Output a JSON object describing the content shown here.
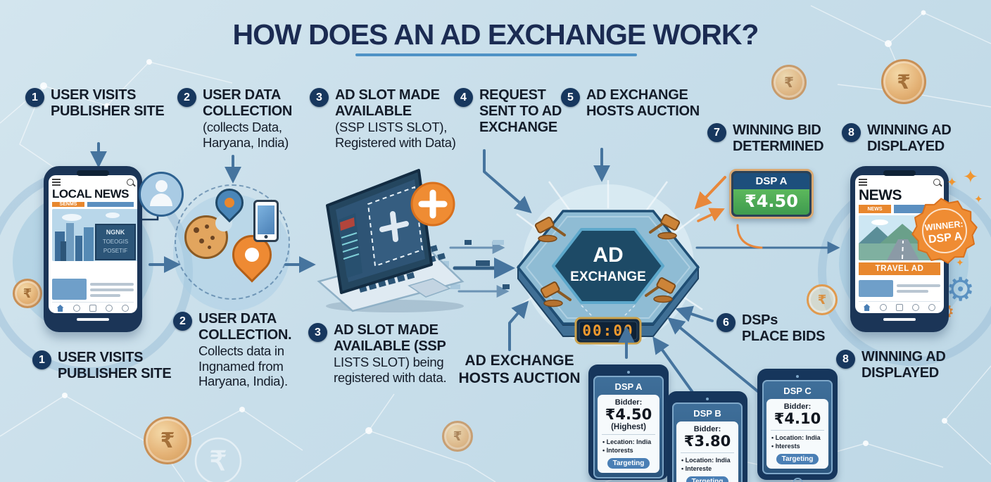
{
  "title": "HOW DOES AN AD EXCHANGE WORK?",
  "colors": {
    "navy": "#17375e",
    "steel_blue": "#46749e",
    "orange": "#e8872e",
    "green": "#4caf50",
    "gold": "#d9a25f",
    "background": "#c8deea"
  },
  "currency_symbol": "₹",
  "steps_top": {
    "s1": {
      "num": "1",
      "lines": [
        "USER VISITS",
        "PUBLISHER SITE"
      ]
    },
    "s2": {
      "num": "2",
      "lines": [
        "USER DATA",
        "COLLECTION",
        "(collects Data,",
        "Haryana, India)"
      ]
    },
    "s3": {
      "num": "3",
      "lines": [
        "AD SLOT MADE",
        "AVAILABLE",
        "(SSP LISTS SLOT),",
        "Registered with Data)"
      ]
    },
    "s4": {
      "num": "4",
      "lines": [
        "REQUEST",
        "SENT TO AD",
        "EXCHANGE"
      ]
    },
    "s5": {
      "num": "5",
      "lines": [
        "AD EXCHANGE",
        "HOSTS AUCTION"
      ]
    },
    "s7": {
      "num": "7",
      "lines": [
        "WINNING BID",
        "DETERMINED"
      ]
    },
    "s8": {
      "num": "8",
      "lines": [
        "WINNING AD",
        "DISPLAYED"
      ]
    }
  },
  "steps_bottom": {
    "s1": {
      "num": "1",
      "lines": [
        "USER VISITS",
        "PUBLISHER SITE"
      ]
    },
    "s2": {
      "num": "2",
      "lines": [
        "USER DATA",
        "COLLECTION.",
        "Collects data in",
        "Ingnamed from",
        "Haryana, India)."
      ]
    },
    "s3": {
      "num": "3",
      "lines": [
        "AD SLOT MADE",
        "AVAILABLE (SSP",
        "LISTS SLOT) being",
        "registered with data."
      ]
    },
    "s6": {
      "num": "6",
      "lines": [
        "DSPs",
        "PLACE BIDS"
      ]
    },
    "s8": {
      "num": "8",
      "lines": [
        "WINNING AD",
        "DISPLAYED"
      ]
    },
    "auction_label": {
      "lines": [
        "AD EXCHANGE",
        "HOSTS AUCTION"
      ]
    }
  },
  "left_phone": {
    "masthead": "LOCAL NEWS",
    "tag": "SENMS",
    "image_text": [
      "NGNK",
      "TOEOGIS",
      "POSETIF"
    ]
  },
  "right_phone": {
    "masthead": "NEWS",
    "tag": "NEWS",
    "ad_banner": "TRAVEL AD"
  },
  "winner_badge": {
    "line1": "WINNER:",
    "line2": "DSP A"
  },
  "exchange": {
    "line1": "AD",
    "line2": "EXCHANGE",
    "timer": "00:00"
  },
  "winning_bid_card": {
    "dsp": "DSP A",
    "bid": "₹4.50"
  },
  "dsp_tablets": [
    {
      "name": "DSP A",
      "bidder_label": "Bidder:",
      "bid": "₹4.50",
      "note": "(Highest)",
      "bullets": [
        "• Lecation: India",
        "• Intorests"
      ],
      "button": "Targeting"
    },
    {
      "name": "DSP B",
      "bidder_label": "Bidder:",
      "bid": "₹3.80",
      "note": "",
      "bullets": [
        "• Location: India",
        "• Intereste"
      ],
      "button": "Tergeting"
    },
    {
      "name": "DSP C",
      "bidder_label": "Bidder:",
      "bid": "₹4.10",
      "note": "",
      "bullets": [
        "• Location: India",
        "• hterests"
      ],
      "button": "Targeting"
    }
  ]
}
